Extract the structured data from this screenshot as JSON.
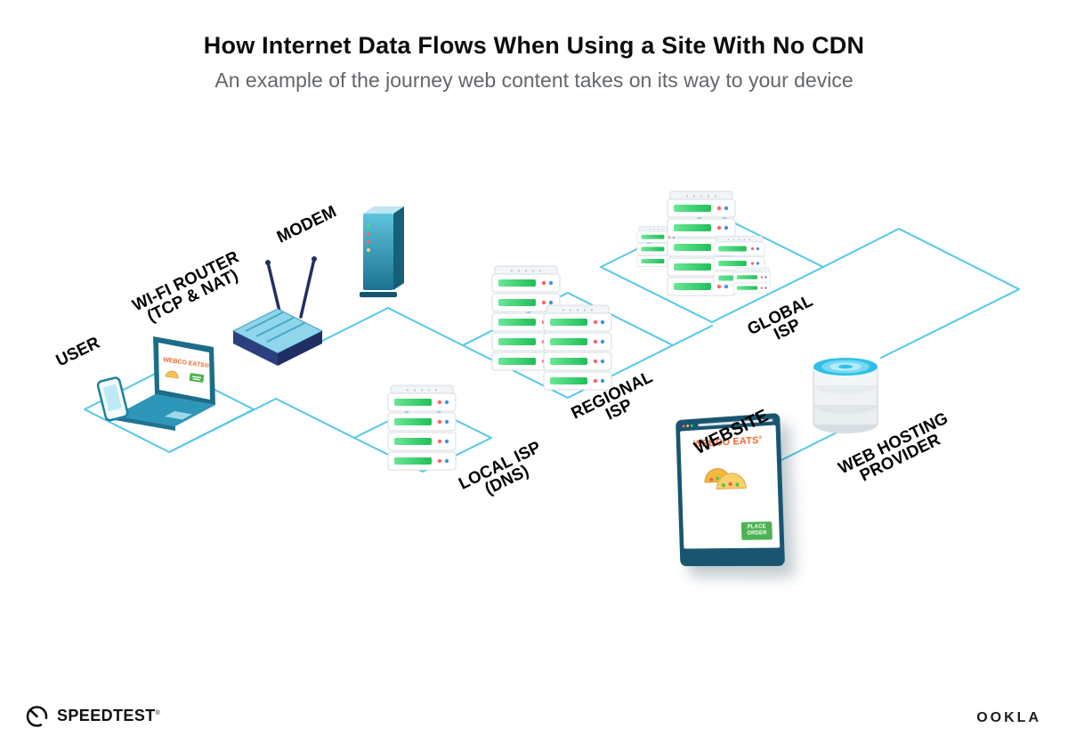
{
  "header": {
    "title": "How Internet Data Flows When Using a Site With No CDN",
    "subtitle": "An example of the journey web content takes on its way to your device"
  },
  "nodes": {
    "user": {
      "lines": [
        "USER"
      ]
    },
    "router": {
      "lines": [
        "WI-FI ROUTER",
        "(TCP & NAT)"
      ]
    },
    "modem": {
      "lines": [
        "MODEM"
      ]
    },
    "local_isp": {
      "lines": [
        "LOCAL ISP",
        "(DNS)"
      ]
    },
    "regional_isp": {
      "lines": [
        "REGIONAL",
        "ISP"
      ]
    },
    "global_isp": {
      "lines": [
        "GLOBAL",
        "ISP"
      ]
    },
    "website": {
      "lines": [
        "WEBSITE"
      ]
    },
    "web_hosting": {
      "lines": [
        "WEB HOSTING",
        "PROVIDER"
      ]
    }
  },
  "laptop_screen": {
    "site_name": "WEBCO EATS®"
  },
  "website_window": {
    "site_name": "WEBCO EATS",
    "trademark": "®",
    "button_lines": [
      "PLACE",
      "ORDER"
    ]
  },
  "footer": {
    "speedtest": "SPEEDTEST",
    "speedtest_mark": "®",
    "ookla": "OOKLA"
  },
  "icons": {
    "speedtest_gauge": "circular speed gauge with needle",
    "taco": "taco illustration",
    "browser_dots": "window control dots"
  },
  "colors": {
    "line_cyan": "#54C8EA",
    "server_green": "#2ECC5E",
    "led_red": "#FF6262",
    "led_blue": "#4A90D9",
    "brand_orange": "#F0652F",
    "button_green": "#4DB353",
    "window_navy": "#1A5570",
    "device_teal": "#2E96B8",
    "hosting_cyan": "#2FC0E8",
    "subtitle_gray": "#63676B"
  }
}
